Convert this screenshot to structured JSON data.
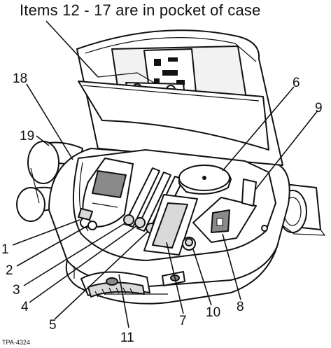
{
  "caption": "Items 12 - 17 are in pocket of case",
  "figure_id": "TPA-4324",
  "callouts": [
    "1",
    "2",
    "3",
    "4",
    "5",
    "6",
    "7",
    "8",
    "9",
    "10",
    "11",
    "18",
    "19"
  ]
}
